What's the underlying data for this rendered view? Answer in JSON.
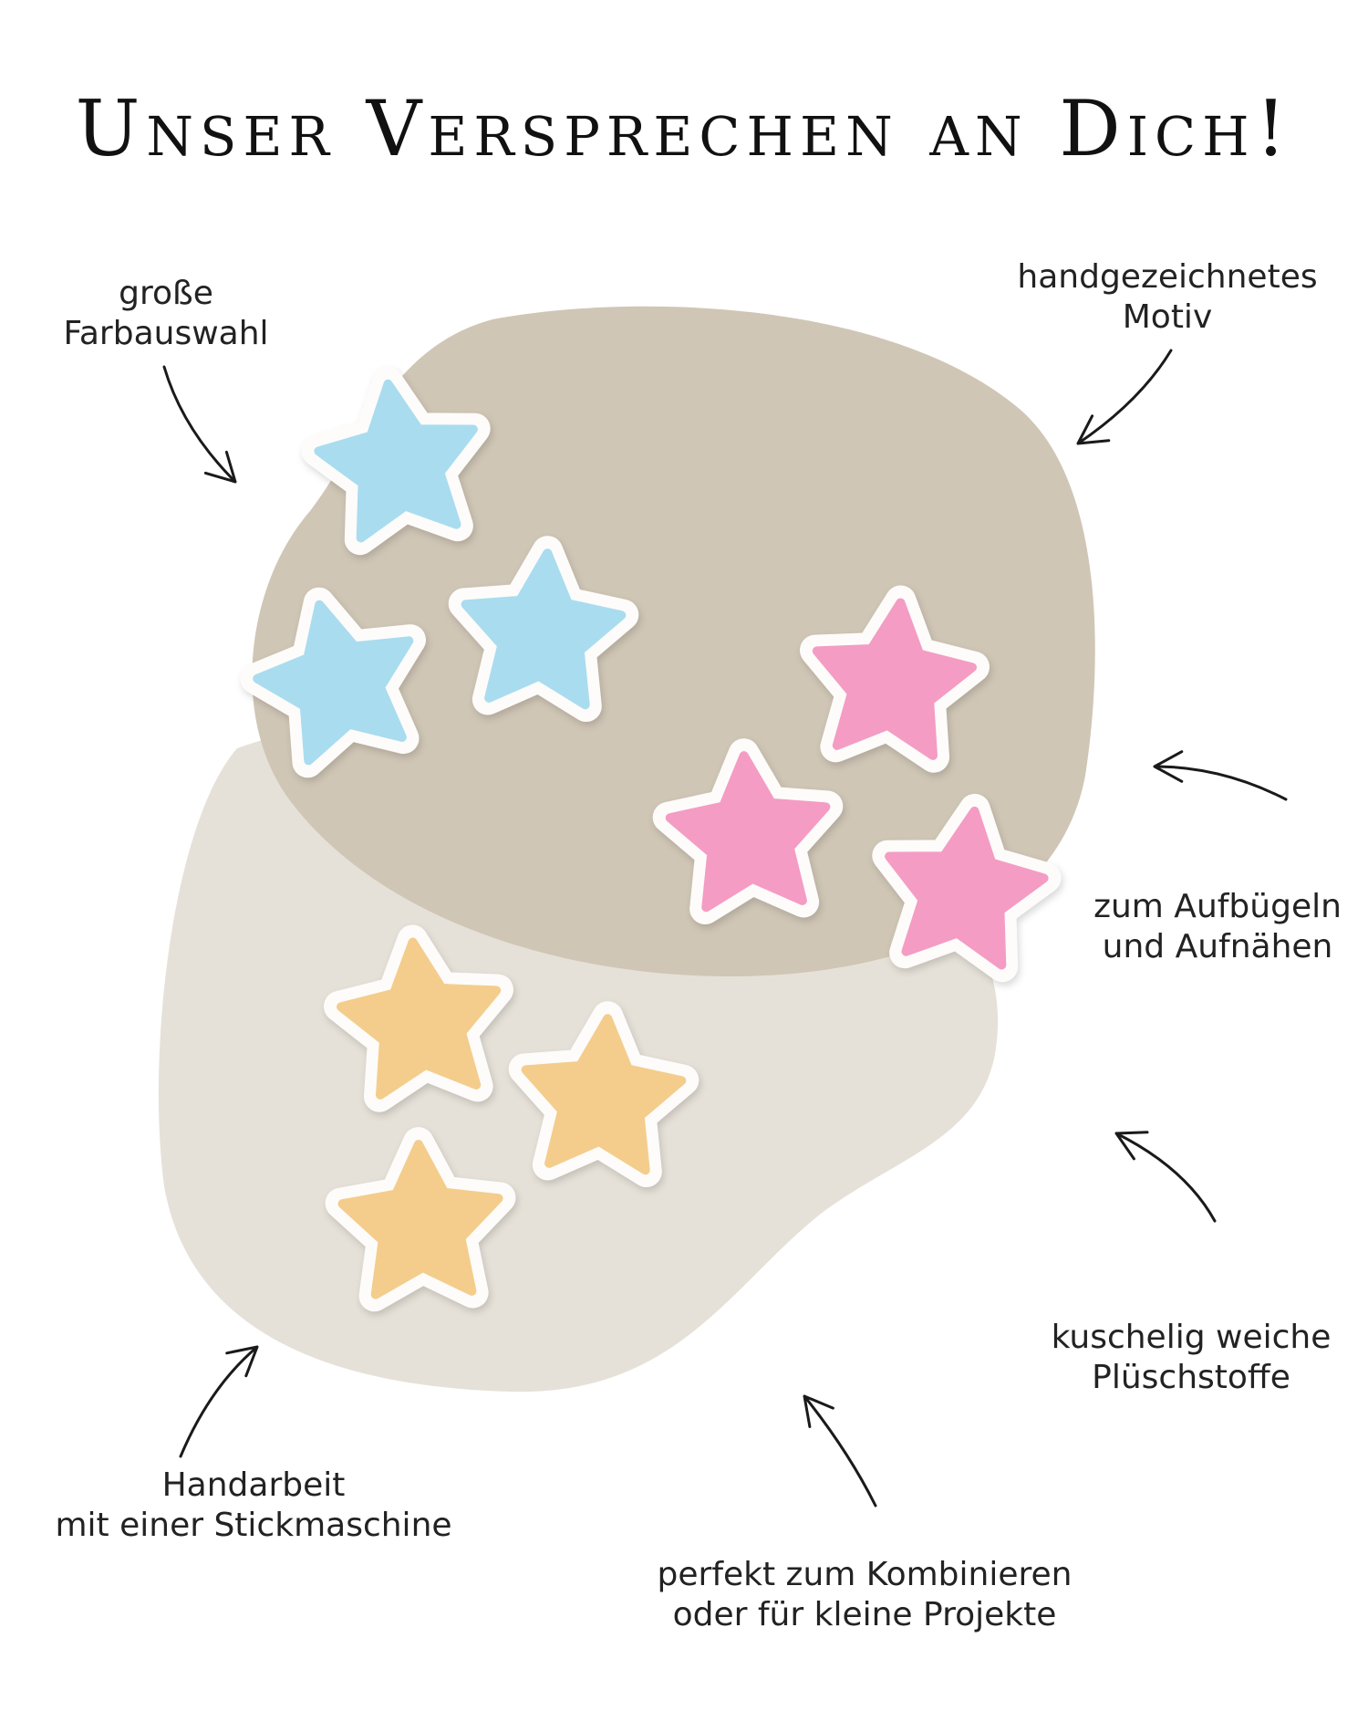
{
  "title": "Unser Versprechen an Dich!",
  "features": [
    {
      "lines": [
        "große",
        "Farbauswahl"
      ]
    },
    {
      "lines": [
        "handgezeichnetes",
        "Motiv"
      ]
    },
    {
      "lines": [
        "zum Aufbügeln",
        "und Aufnähen"
      ]
    },
    {
      "lines": [
        "kuschelig weiche",
        "Plüschstoffe"
      ]
    },
    {
      "lines": [
        "Handarbeit",
        "mit einer Stickmaschine"
      ]
    },
    {
      "lines": [
        "perfekt zum Kombinieren",
        "oder für kleine Projekte"
      ]
    }
  ],
  "colors": {
    "blob_dark": "#d0c6b6",
    "blob_light": "#e6e1d8",
    "star_blue": "#a9dcef",
    "star_pink": "#f49cc4",
    "star_yellow": "#f4cd8c",
    "star_border": "#fdfcfa"
  }
}
